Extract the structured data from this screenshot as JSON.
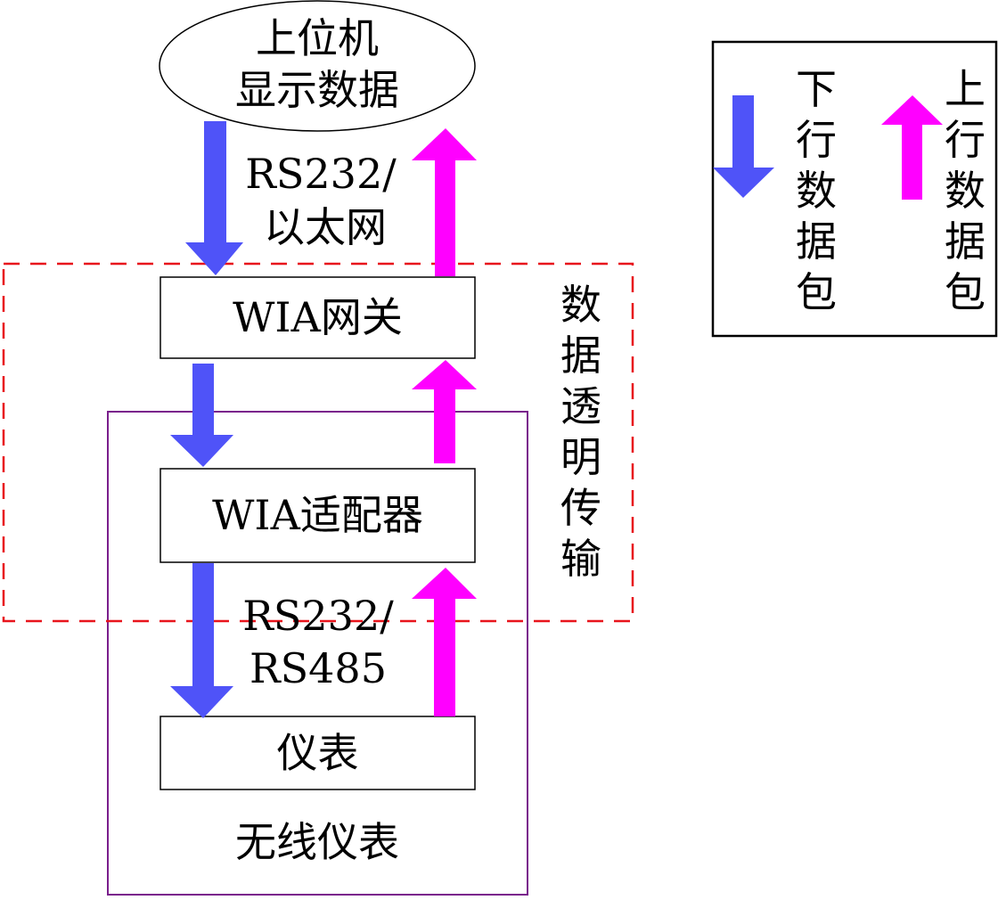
{
  "host": {
    "line1": "上位机",
    "line2": "显示数据"
  },
  "link_top": {
    "line1": "RS232/",
    "line2": "以太网"
  },
  "gateway": {
    "label": "WIA网关"
  },
  "adapter": {
    "label": "WIA适配器"
  },
  "link_bottom": {
    "line1": "RS232/",
    "line2": "RS485"
  },
  "instrument": {
    "label": "仪表"
  },
  "wireless_region": {
    "label": "无线仪表"
  },
  "transparent_region": {
    "chars": [
      "数",
      "据",
      "透",
      "明",
      "传",
      "输"
    ]
  },
  "legend": {
    "down": {
      "chars": [
        "下",
        "行",
        "数",
        "据",
        "包"
      ]
    },
    "up": {
      "chars": [
        "上",
        "行",
        "数",
        "据",
        "包"
      ]
    }
  },
  "colors": {
    "down_arrow": "#4F53F8",
    "up_arrow": "#FF00FF",
    "transparent_border": "#E8141C",
    "wireless_border": "#7A1F8C",
    "box_border": "#000000"
  }
}
